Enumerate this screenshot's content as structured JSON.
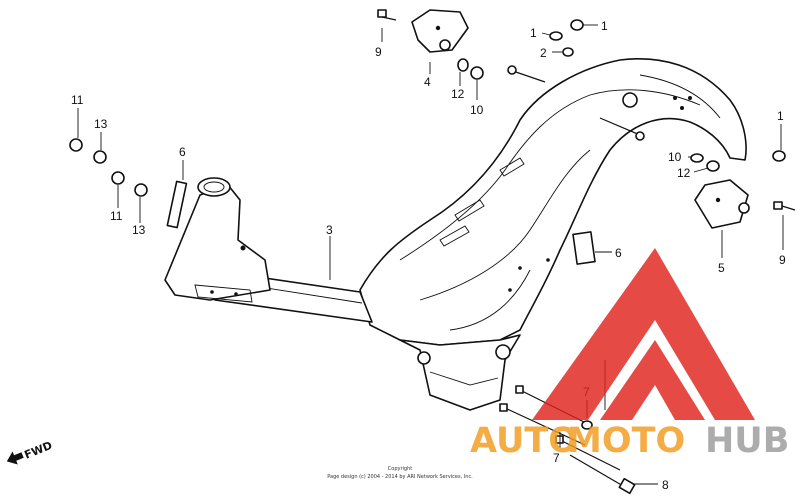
{
  "diagram": {
    "callouts": [
      {
        "id": "c9a",
        "text": "9"
      },
      {
        "id": "c4",
        "text": "4"
      },
      {
        "id": "c1a",
        "text": "1"
      },
      {
        "id": "c1b",
        "text": "1"
      },
      {
        "id": "c2",
        "text": "2"
      },
      {
        "id": "c12a",
        "text": "12"
      },
      {
        "id": "c10a",
        "text": "10"
      },
      {
        "id": "c11a",
        "text": "11"
      },
      {
        "id": "c13a",
        "text": "13"
      },
      {
        "id": "c6a",
        "text": "6"
      },
      {
        "id": "c11b",
        "text": "11"
      },
      {
        "id": "c13b",
        "text": "13"
      },
      {
        "id": "c3",
        "text": "3"
      },
      {
        "id": "c1c",
        "text": "1"
      },
      {
        "id": "c10b",
        "text": "10"
      },
      {
        "id": "c12b",
        "text": "12"
      },
      {
        "id": "c5",
        "text": "5"
      },
      {
        "id": "c9b",
        "text": "9"
      },
      {
        "id": "c6b",
        "text": "6"
      },
      {
        "id": "c7a",
        "text": "7"
      },
      {
        "id": "c7b",
        "text": "7"
      },
      {
        "id": "c8",
        "text": "8"
      }
    ],
    "fwd_label": "FWD",
    "copyright_line1": "Copyright",
    "copyright_line2": "Page design (c) 2004 - 2014 by ARI Network Services, Inc.",
    "watermark": {
      "part1": "AUTO",
      "part2": "MOTO",
      "part3": "HUB",
      "color_red": "#e0231c",
      "color_orange": "#f29a1c",
      "color_gray": "#9b9b9b"
    }
  }
}
